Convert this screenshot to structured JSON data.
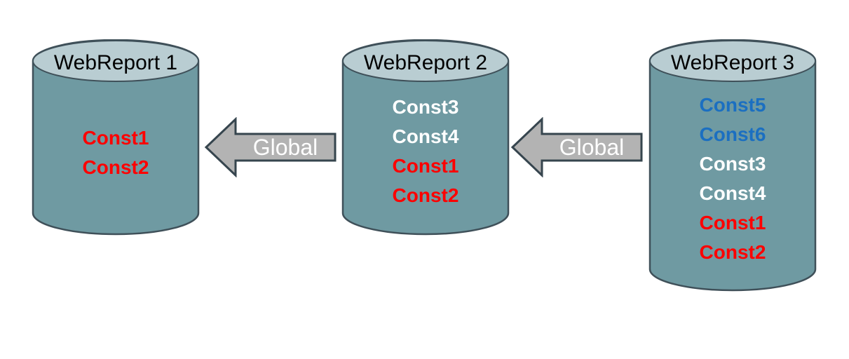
{
  "colors": {
    "cyl-body": "#6f9aa2",
    "cyl-top": "#b9cdd2",
    "cyl-stroke": "#3f5059",
    "arrow-fill": "#b3b3b3",
    "arrow-stroke": "#36454e",
    "text-red": "#fe0000",
    "text-white": "#ffffff",
    "text-blue": "#1b6fc1",
    "title-color": "#000000"
  },
  "cylinders": [
    {
      "title": "WebReport 1",
      "constants": [
        {
          "text": "Const1",
          "color": "red"
        },
        {
          "text": "Const2",
          "color": "red"
        }
      ]
    },
    {
      "title": "WebReport 2",
      "constants": [
        {
          "text": "Const3",
          "color": "white"
        },
        {
          "text": "Const4",
          "color": "white"
        },
        {
          "text": "Const1",
          "color": "red"
        },
        {
          "text": "Const2",
          "color": "red"
        }
      ]
    },
    {
      "title": "WebReport 3",
      "constants": [
        {
          "text": "Const5",
          "color": "blue"
        },
        {
          "text": "Const6",
          "color": "blue"
        },
        {
          "text": "Const3",
          "color": "white"
        },
        {
          "text": "Const4",
          "color": "white"
        },
        {
          "text": "Const1",
          "color": "red"
        },
        {
          "text": "Const2",
          "color": "red"
        }
      ]
    }
  ],
  "arrows": [
    {
      "label": "Global"
    },
    {
      "label": "Global"
    }
  ]
}
